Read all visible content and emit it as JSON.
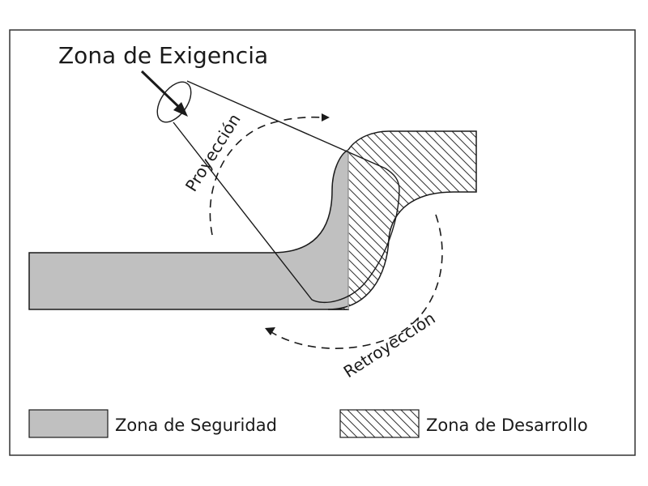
{
  "labels": {
    "title": "Zona de Exigencia",
    "proyeccion": "Proyección",
    "retroyeccion": "Retroyección"
  },
  "legend": [
    {
      "label": "Zona de Seguridad",
      "fill": "solid-gray"
    },
    {
      "label": "Zona de Desarrollo",
      "fill": "diagonal-hatch"
    }
  ],
  "colors": {
    "safety_zone": "#c0c0c0",
    "stroke": "#1a1a1a",
    "background": "#ffffff"
  }
}
